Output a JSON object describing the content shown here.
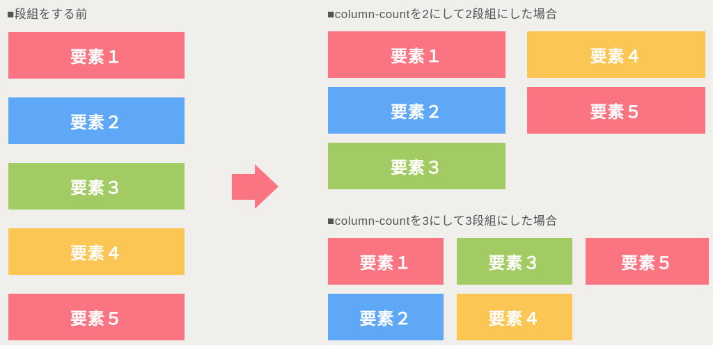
{
  "palette": {
    "red": "#fa7581",
    "blue": "#5fa8f7",
    "green": "#a3cb63",
    "yellow": "#fcc654",
    "background": "#f1efec",
    "heading_text": "#555353",
    "box_text": "#ffffff",
    "arrow": "#fa7581"
  },
  "before": {
    "heading": "■段組をする前",
    "items": [
      {
        "label": "要素１",
        "color": "#fa7581"
      },
      {
        "label": "要素２",
        "color": "#5fa8f7"
      },
      {
        "label": "要素３",
        "color": "#a3cb63"
      },
      {
        "label": "要素４",
        "color": "#fcc654"
      },
      {
        "label": "要素５",
        "color": "#fa7581"
      }
    ]
  },
  "arrow": {
    "name": "right-arrow"
  },
  "two_col": {
    "heading": "■column-countを2にして2段組にした場合",
    "columns": [
      {
        "items": [
          {
            "label": "要素１",
            "color": "#fa7581"
          },
          {
            "label": "要素２",
            "color": "#5fa8f7"
          },
          {
            "label": "要素３",
            "color": "#a3cb63"
          }
        ]
      },
      {
        "items": [
          {
            "label": "要素４",
            "color": "#fcc654"
          },
          {
            "label": "要素５",
            "color": "#fa7581"
          }
        ]
      }
    ]
  },
  "three_col": {
    "heading": "■column-countを3にして3段組にした場合",
    "columns": [
      {
        "items": [
          {
            "label": "要素１",
            "color": "#fa7581"
          },
          {
            "label": "要素２",
            "color": "#5fa8f7"
          }
        ]
      },
      {
        "items": [
          {
            "label": "要素３",
            "color": "#a3cb63"
          },
          {
            "label": "要素４",
            "color": "#fcc654"
          }
        ]
      },
      {
        "items": [
          {
            "label": "要素５",
            "color": "#fa7581"
          }
        ]
      }
    ]
  }
}
